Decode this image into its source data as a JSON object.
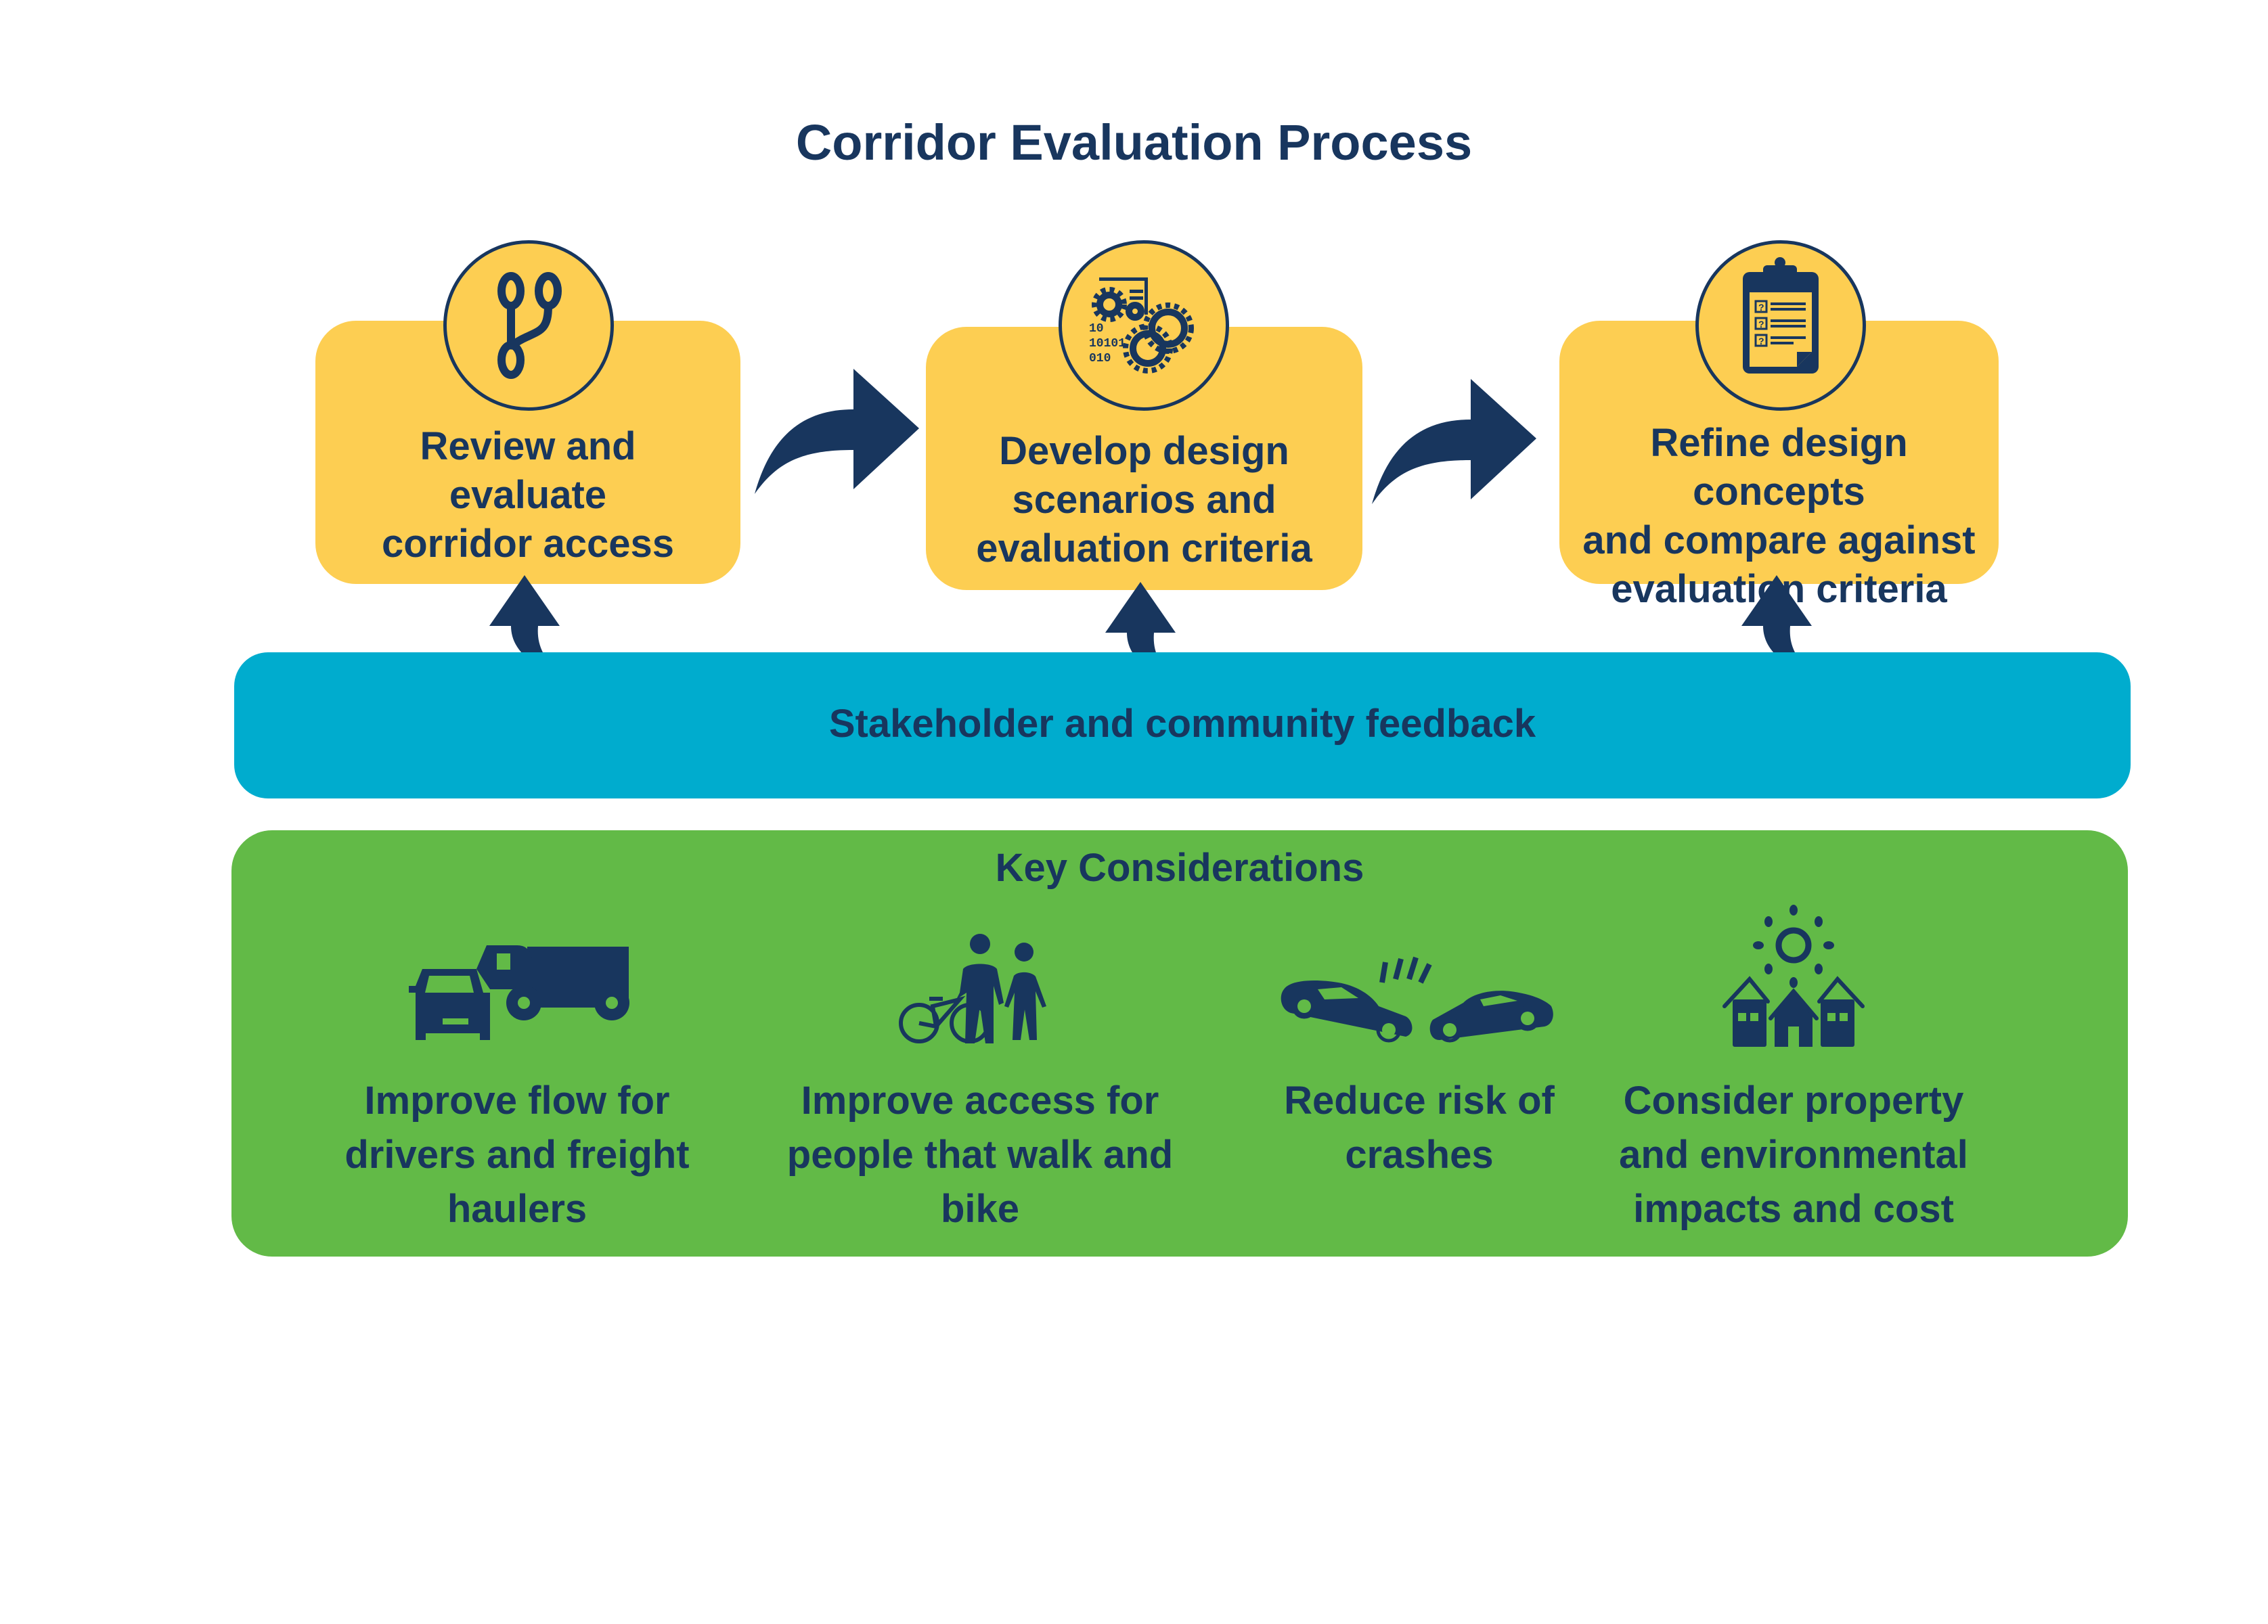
{
  "title": "Corridor Evaluation Process",
  "colors": {
    "navy": "#18365E",
    "yellow": "#FDCE52",
    "blue": "#00ACCE",
    "green": "#62BA47",
    "background": "#FFFFFF"
  },
  "steps": [
    {
      "icon": "branch-icon",
      "lines": [
        "Review and",
        "evaluate",
        "corridor access"
      ]
    },
    {
      "icon": "gears-code-icon",
      "lines": [
        "Develop design",
        "scenarios and",
        "evaluation criteria"
      ]
    },
    {
      "icon": "clipboard-checklist-icon",
      "lines": [
        "Refine design concepts",
        "and compare against",
        "evaluation criteria"
      ]
    }
  ],
  "feedback": {
    "label": "Stakeholder and community feedback"
  },
  "key_considerations": {
    "title": "Key Considerations",
    "items": [
      {
        "icon": "car-truck-icon",
        "lines": [
          "Improve flow for",
          "drivers and freight",
          "haulers"
        ]
      },
      {
        "icon": "pedestrian-bike-icon",
        "lines": [
          "Improve access for",
          "people that walk and",
          "bike"
        ]
      },
      {
        "icon": "car-crash-icon",
        "lines": [
          "Reduce risk of",
          "crashes"
        ]
      },
      {
        "icon": "houses-sun-icon",
        "lines": [
          "Consider property",
          "and environmental",
          "impacts and cost"
        ]
      }
    ]
  }
}
